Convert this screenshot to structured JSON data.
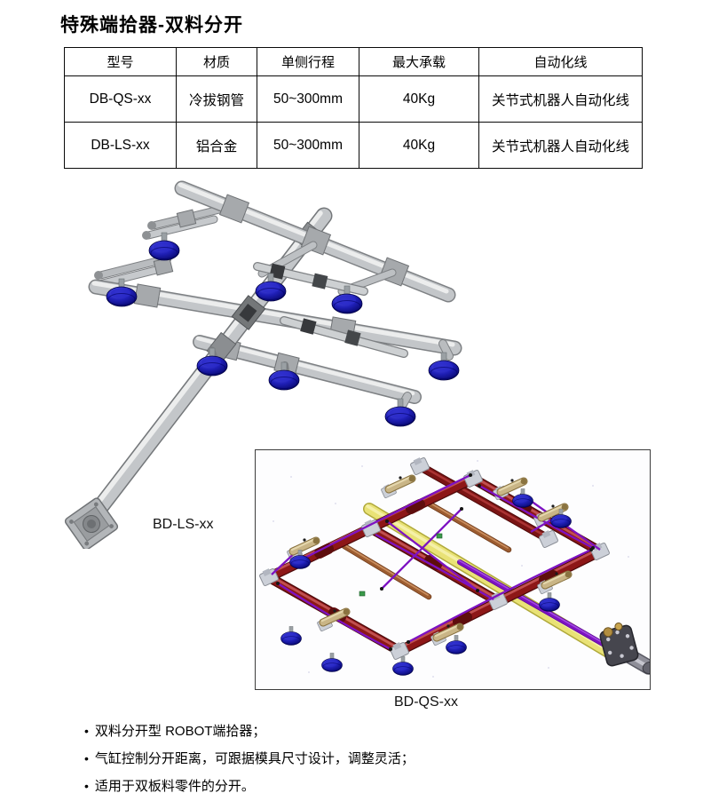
{
  "page": {
    "title": "特殊端拾器-双料分开",
    "background": "#ffffff"
  },
  "table": {
    "headers": [
      "型号",
      "材质",
      "单侧行程",
      "最大承载",
      "自动化线"
    ],
    "rows": [
      {
        "cells": [
          "DB-QS-xx",
          "冷拔钢管",
          "50~300mm",
          "40Kg",
          "关节式机器人自动化线"
        ]
      },
      {
        "cells": [
          "DB-LS-xx",
          "铝合金",
          "50~300mm",
          "40Kg",
          "关节式机器人自动化线"
        ]
      }
    ]
  },
  "figures": {
    "ls_label": "BD-LS-xx",
    "qs_label": "BD-QS-xx",
    "ls_description": "gray steel tube gripper frame with blue suction cups and square mounting flange",
    "qs_description": "maroon tube gripper frame with purple hoses, yellow beam, blue suction cups and robot flange"
  },
  "bullets": {
    "marker": "•",
    "items": [
      "双料分开型 ROBOT端拾器；",
      "气缸控制分开距离，可跟据模具尺寸设计，调整灵活；",
      "适用于双板料零件的分开。"
    ]
  },
  "colors": {
    "steel_tube": "#c3c6c9",
    "suction_cup_blue": "#1515a8",
    "maroon_tube": "#8a1616",
    "purple_hose": "#7d12c2",
    "yellow_beam": "#e9e276",
    "tan_cylinder": "#c9b586",
    "table_border": "#0a0a0a"
  }
}
